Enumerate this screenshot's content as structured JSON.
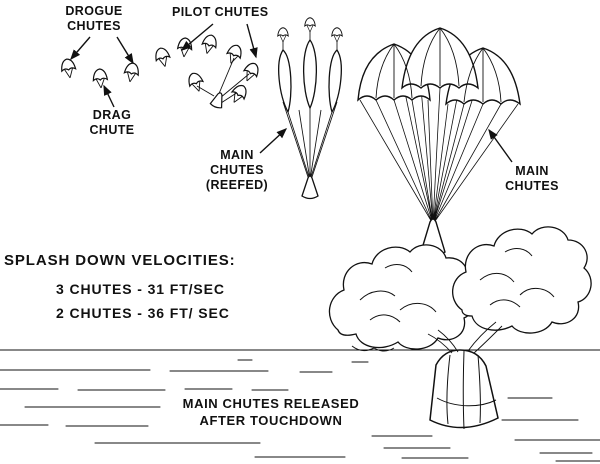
{
  "colors": {
    "ink": "#111111",
    "paper": "#ffffff"
  },
  "labels": {
    "drogue_chutes": "DROGUE\nCHUTES",
    "pilot_chutes": "PILOT CHUTES",
    "drag_chute": "DRAG\nCHUTE",
    "main_chutes_reefed": "MAIN\nCHUTES\n(REEFED)",
    "main_chutes": "MAIN\nCHUTES"
  },
  "splashdown": {
    "title": "SPLASH DOWN VELOCITIES:",
    "lines": [
      "3 CHUTES - 31 FT/SEC",
      "2 CHUTES - 36 FT/ SEC"
    ]
  },
  "caption": {
    "line1": "MAIN CHUTES RELEASED",
    "line2": "AFTER TOUCHDOWN"
  }
}
